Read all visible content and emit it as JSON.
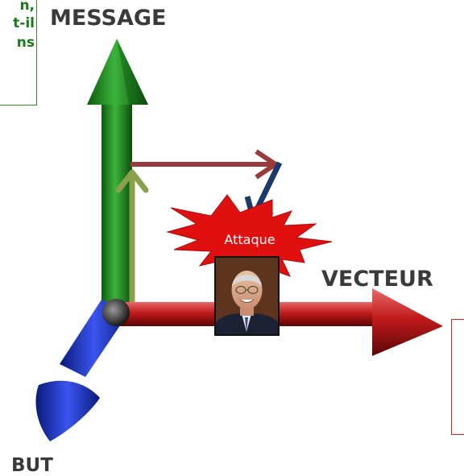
{
  "labels": {
    "message": "MESSAGE",
    "vecteur": "VECTEUR",
    "but": "BUT",
    "attaque": "Attaque"
  },
  "left_note": {
    "lines": [
      "n,",
      "t-il",
      "ns"
    ]
  },
  "colors": {
    "message_axis": "#1f8a1f",
    "vecteur_axis": "#b01818",
    "but_axis": "#1a2fc4",
    "attack_burst": "#e01010",
    "path_arrow": "#9b3a3a",
    "down_arrow": "#1b3a6b",
    "small_up_arrow": "#8aa04a",
    "left_note_text": "#1a7a1a",
    "left_note_border": "#3b8a2e",
    "right_note_border": "#d32020"
  }
}
